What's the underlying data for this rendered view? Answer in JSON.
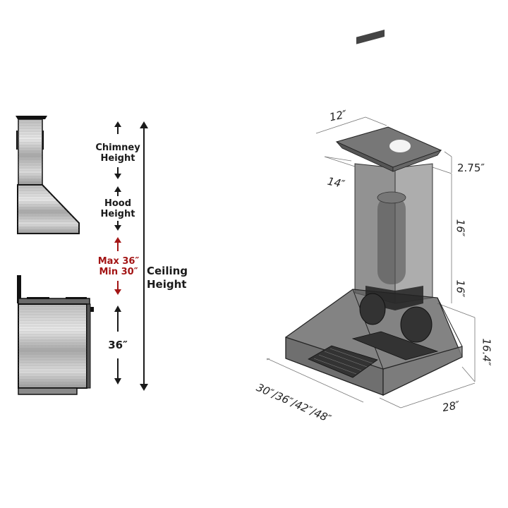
{
  "left_diagram": {
    "labels": {
      "chimney_height": [
        "Chimney",
        "Height"
      ],
      "hood_height": [
        "Hood",
        "Height"
      ],
      "clearance_max": "Max 36″",
      "clearance_min": "Min 30″",
      "counter_height": "36″",
      "ceiling_height": [
        "Ceiling",
        "Height"
      ]
    },
    "colors": {
      "clearance": "#a31515",
      "arrows": "#1a1a1a"
    }
  },
  "right_diagram": {
    "dimensions": {
      "top_width": "12″",
      "top_depth": "14″",
      "crown_height": "2.75″",
      "chimney_upper": "16″",
      "chimney_lower": "16″",
      "hood_height": "16.4″",
      "hood_widths": "30″/36″/42″/48″",
      "hood_depth": "28″"
    }
  }
}
